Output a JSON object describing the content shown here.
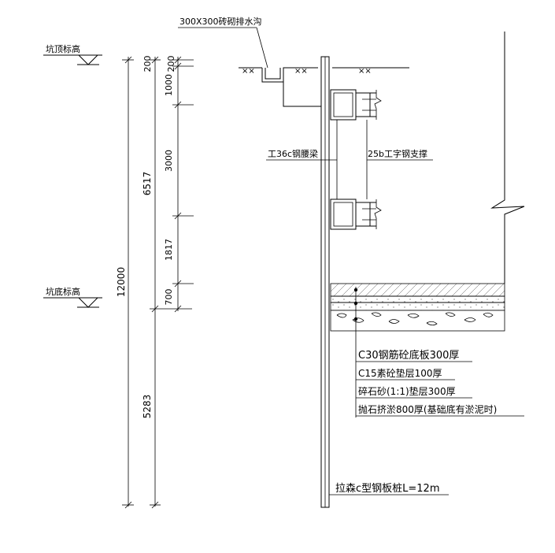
{
  "labels": {
    "drain": "300X300砖砌排水沟",
    "top_elev": "坑顶标高",
    "bottom_elev": "坑底标高",
    "waler": "工36c钢腰梁",
    "strut": "25b工字钢支撑",
    "pile": "拉森c型钢板桩L=12m"
  },
  "dimensions": {
    "total": "12000",
    "upper": "6517",
    "lower": "5283",
    "d200a": "200",
    "d200b": "200",
    "d1000": "1000",
    "d3000": "3000",
    "d1817": "1817",
    "d700": "700"
  },
  "layers": [
    "C30钢筋砼底板300厚",
    "C15素砼垫层100厚",
    "碎石砂(1:1)垫层300厚",
    "抛石挤淤800厚(基础底有淤泥时)"
  ],
  "colors": {
    "line": "#000000",
    "background": "#ffffff"
  }
}
